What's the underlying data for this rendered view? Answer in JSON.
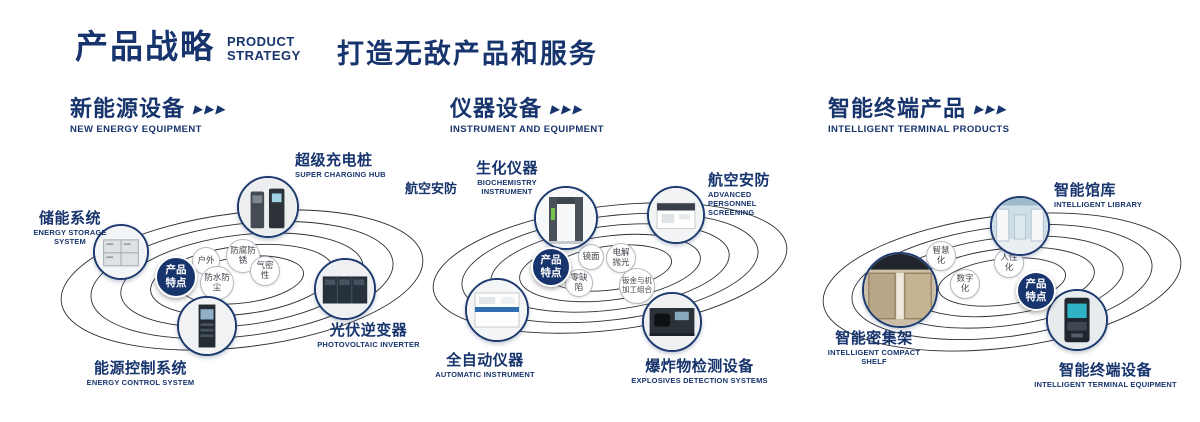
{
  "header": {
    "title_cn": "产品战略",
    "title_en_1": "PRODUCT",
    "title_en_2": "STRATEGY",
    "tagline": "打造无敌产品和服务"
  },
  "colors": {
    "navy": "#17346d",
    "orbit_line": "#2b3036",
    "background": "#ffffff"
  },
  "sections": [
    {
      "title_cn": "新能源设备",
      "title_en": "NEW ENERGY EQUIPMENT",
      "chevrons": "▶▶▶",
      "badge": "产品特点",
      "products": [
        {
          "name_cn": "超级充电桩",
          "name_en": "SUPER CHARGING HUB",
          "icon": "charging-hub-photo"
        },
        {
          "name_cn": "储能系统",
          "name_en": "ENERGY STORAGE SYSTEM",
          "icon": "energy-storage-photo"
        },
        {
          "name_cn": "光伏逆变器",
          "name_en": "PHOTOVOLTAIC INVERTER",
          "icon": "pv-inverter-photo"
        },
        {
          "name_cn": "能源控制系统",
          "name_en": "ENERGY CONTROL SYSTEM",
          "icon": "energy-control-photo"
        }
      ],
      "features": [
        "户外",
        "防腐防锈",
        "防水防尘",
        "气密性"
      ]
    },
    {
      "title_cn": "仪器设备",
      "title_en": "INSTRUMENT AND EQUIPMENT",
      "chevrons": "▶▶▶",
      "badge": "产品特点",
      "side_label": "航空安防",
      "products": [
        {
          "name_cn": "生化仪器",
          "name_en": "BIOCHEMISTRY INSTRUMENT",
          "icon": "security-gate-photo"
        },
        {
          "name_cn": "航空安防",
          "name_en": "ADVANCED PERSONNEL SCREENING",
          "icon": "personnel-screening-photo"
        },
        {
          "name_cn": "全自动仪器",
          "name_en": "AUTOMATIC INSTRUMENT",
          "icon": "automatic-instrument-photo"
        },
        {
          "name_cn": "爆炸物检测设备",
          "name_en": "EXPLOSIVES DETECTION SYSTEMS",
          "icon": "explosives-detector-photo"
        }
      ],
      "features": [
        "镜面",
        "电解抛光",
        "零缺陷",
        "钣金与机加工组合"
      ]
    },
    {
      "title_cn": "智能终端产品",
      "title_en": "INTELLIGENT TERMINAL PRODUCTS",
      "chevrons": "▶▶▶",
      "badge": "产品特点",
      "products": [
        {
          "name_cn": "智能馆库",
          "name_en": "INTELLIGENT LIBRARY",
          "icon": "library-photo"
        },
        {
          "name_cn": "智能密集架",
          "name_en": "INTELLIGENT COMPACT SHELF",
          "icon": "compact-shelf-photo"
        },
        {
          "name_cn": "智能终端设备",
          "name_en": "INTELLIGENT TERMINAL EQUIPMENT",
          "icon": "terminal-kiosk-photo"
        }
      ],
      "features": [
        "智慧化",
        "人性化",
        "数字化"
      ]
    }
  ]
}
